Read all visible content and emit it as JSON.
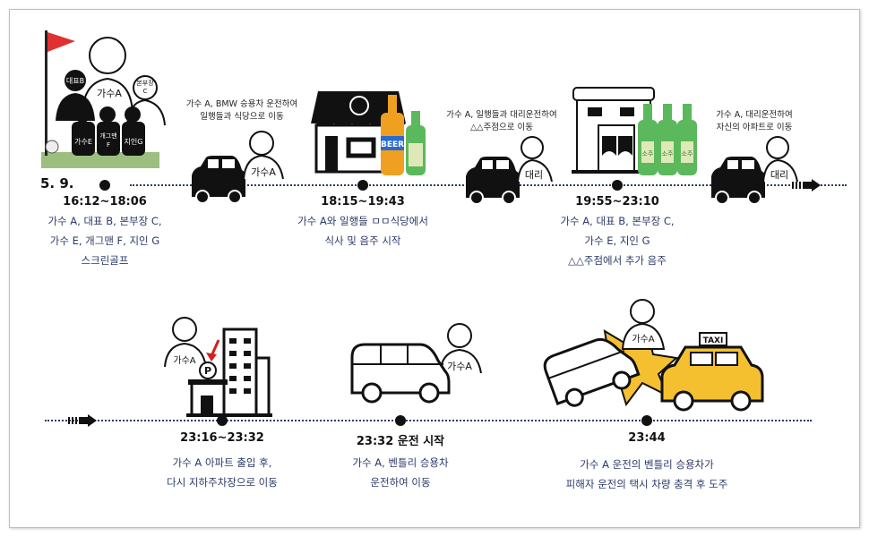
{
  "date": "5. 9.",
  "events": [
    {
      "time": "16:12~18:06",
      "lines": [
        "가수 A, 대표 B, 본부장 C,",
        "가수 E, 개그맨 F, 지인 G",
        "스크린골프"
      ],
      "figure_labels": [
        "대표B",
        "가수A",
        "본부장 C",
        "가수E",
        "개그맨 F",
        "지인G"
      ]
    },
    {
      "time": "18:15~19:43",
      "lines": [
        "가수 A와 일행들 ㅁㅁ식당에서",
        "식사 및 음주 시작"
      ],
      "figure_labels": [
        "BEER"
      ]
    },
    {
      "time": "19:55~23:10",
      "lines": [
        "가수 A, 대표  B, 본부장 C,",
        "가수 E, 지인 G",
        "△△주점에서 추가 음주"
      ],
      "figure_labels": [
        "소주",
        "소주",
        "소주"
      ]
    },
    {
      "time": "23:16~23:32",
      "lines": [
        "가수 A 아파트 출입 후,",
        "다시 지하주차장으로 이동"
      ],
      "figure_labels": [
        "가수A",
        "P"
      ]
    },
    {
      "time": "23:32 운전 시작",
      "lines": [
        "가수 A, 벤틀리 승용차",
        "운전하여 이동"
      ],
      "figure_labels": [
        "가수A"
      ]
    },
    {
      "time": "23:44",
      "lines": [
        "가수 A 운전의 벤틀리 승용차가",
        "피해자 운전의 택시 차량 충격 후 도주"
      ],
      "figure_labels": [
        "가수A",
        "TAXI"
      ]
    }
  ],
  "moves": [
    {
      "lines": [
        "가수 A, BMW 승용차 운전하여",
        "일행들과 식당으로 이동"
      ],
      "person": "가수A"
    },
    {
      "lines": [
        "가수 A, 일행들과 대리운전하여",
        "△△주점으로 이동"
      ],
      "person": "대리"
    },
    {
      "lines": [
        "가수 A, 대리운전하여",
        "자신의 아파트로 이동"
      ],
      "person": "대리"
    }
  ],
  "colors": {
    "text_navy": "#2b3a67",
    "soju_green": "#5cb85c",
    "beer_orange": "#f0a020",
    "flag_red": "#e03030",
    "grass": "#9cbf80"
  }
}
